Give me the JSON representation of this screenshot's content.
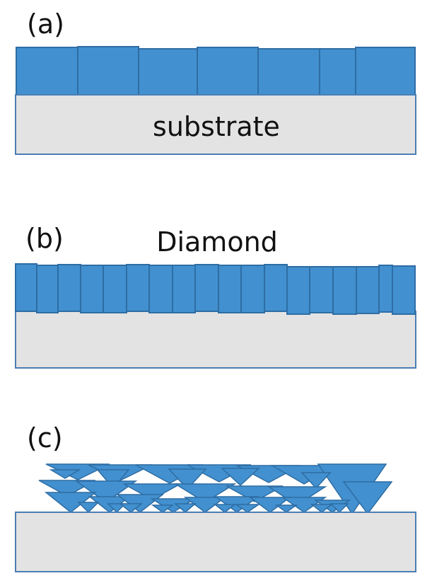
{
  "figure": {
    "description": "Schematic of diamond film growth morphologies on a substrate",
    "colors": {
      "grain_fill": "#4290CF",
      "grain_stroke": "#2E6DA4",
      "substrate_fill": "#E3E3E3",
      "substrate_stroke": "#4A7EB5",
      "text": "#111111",
      "background": "#FFFFFF"
    },
    "panels": [
      {
        "id": "a",
        "label": "(a)",
        "substrate_label": "substrate",
        "grain_shape": "column-wide",
        "grain_count": 7
      },
      {
        "id": "b",
        "label": "(b)",
        "film_label": "Diamond",
        "grain_shape": "column-narrow",
        "grain_count": 18
      },
      {
        "id": "c",
        "label": "(c)",
        "grain_shape": "inverted-triangle",
        "grain_description": "overlapping inverted triangular grains (nanocrystalline)"
      }
    ]
  }
}
